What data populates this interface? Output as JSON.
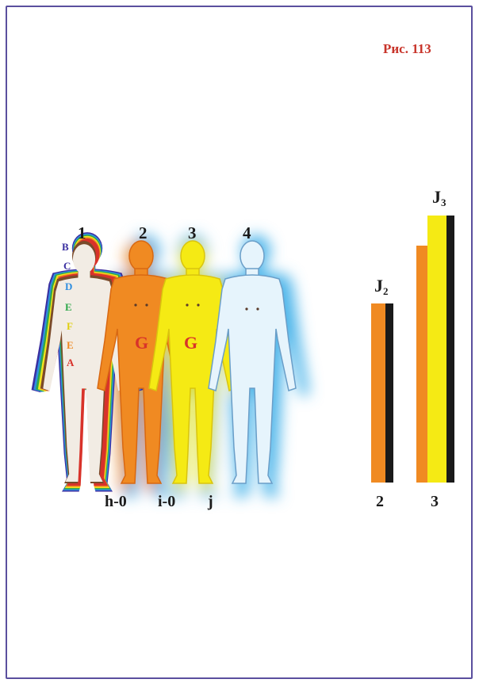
{
  "caption": "Рис. 113",
  "figures": [
    {
      "number": "1",
      "aura": "rainbow",
      "body_color": "#f2ece4"
    },
    {
      "number": "2",
      "aura": "blue",
      "body_color": "#f08a22",
      "chest_mark": "G"
    },
    {
      "number": "3",
      "aura": "blue",
      "body_color": "#f4e81e",
      "chest_mark": "G"
    },
    {
      "number": "4",
      "aura": "blue",
      "body_color": "#d9eefa"
    }
  ],
  "chakra_letters": [
    "B",
    "C",
    "D",
    "E",
    "F",
    "E",
    "A"
  ],
  "bottom_labels": [
    "h-0",
    "i-0",
    "j"
  ],
  "bars": [
    {
      "label": "2",
      "j_base": "J",
      "j_sub": "2",
      "colors": [
        "#f08a22",
        "#1a1a1a"
      ]
    },
    {
      "label": "3",
      "j_base": "J",
      "j_sub": "3",
      "colors": [
        "#f08a22",
        "#f5ea14",
        "#1a1a1a"
      ]
    }
  ],
  "colors": {
    "frame": "#5a4f9e",
    "caption": "#c8342a",
    "aura_blue": "#4fb6ea",
    "orange": "#f08a22",
    "yellow": "#f5ea14",
    "black": "#1a1a1a"
  }
}
